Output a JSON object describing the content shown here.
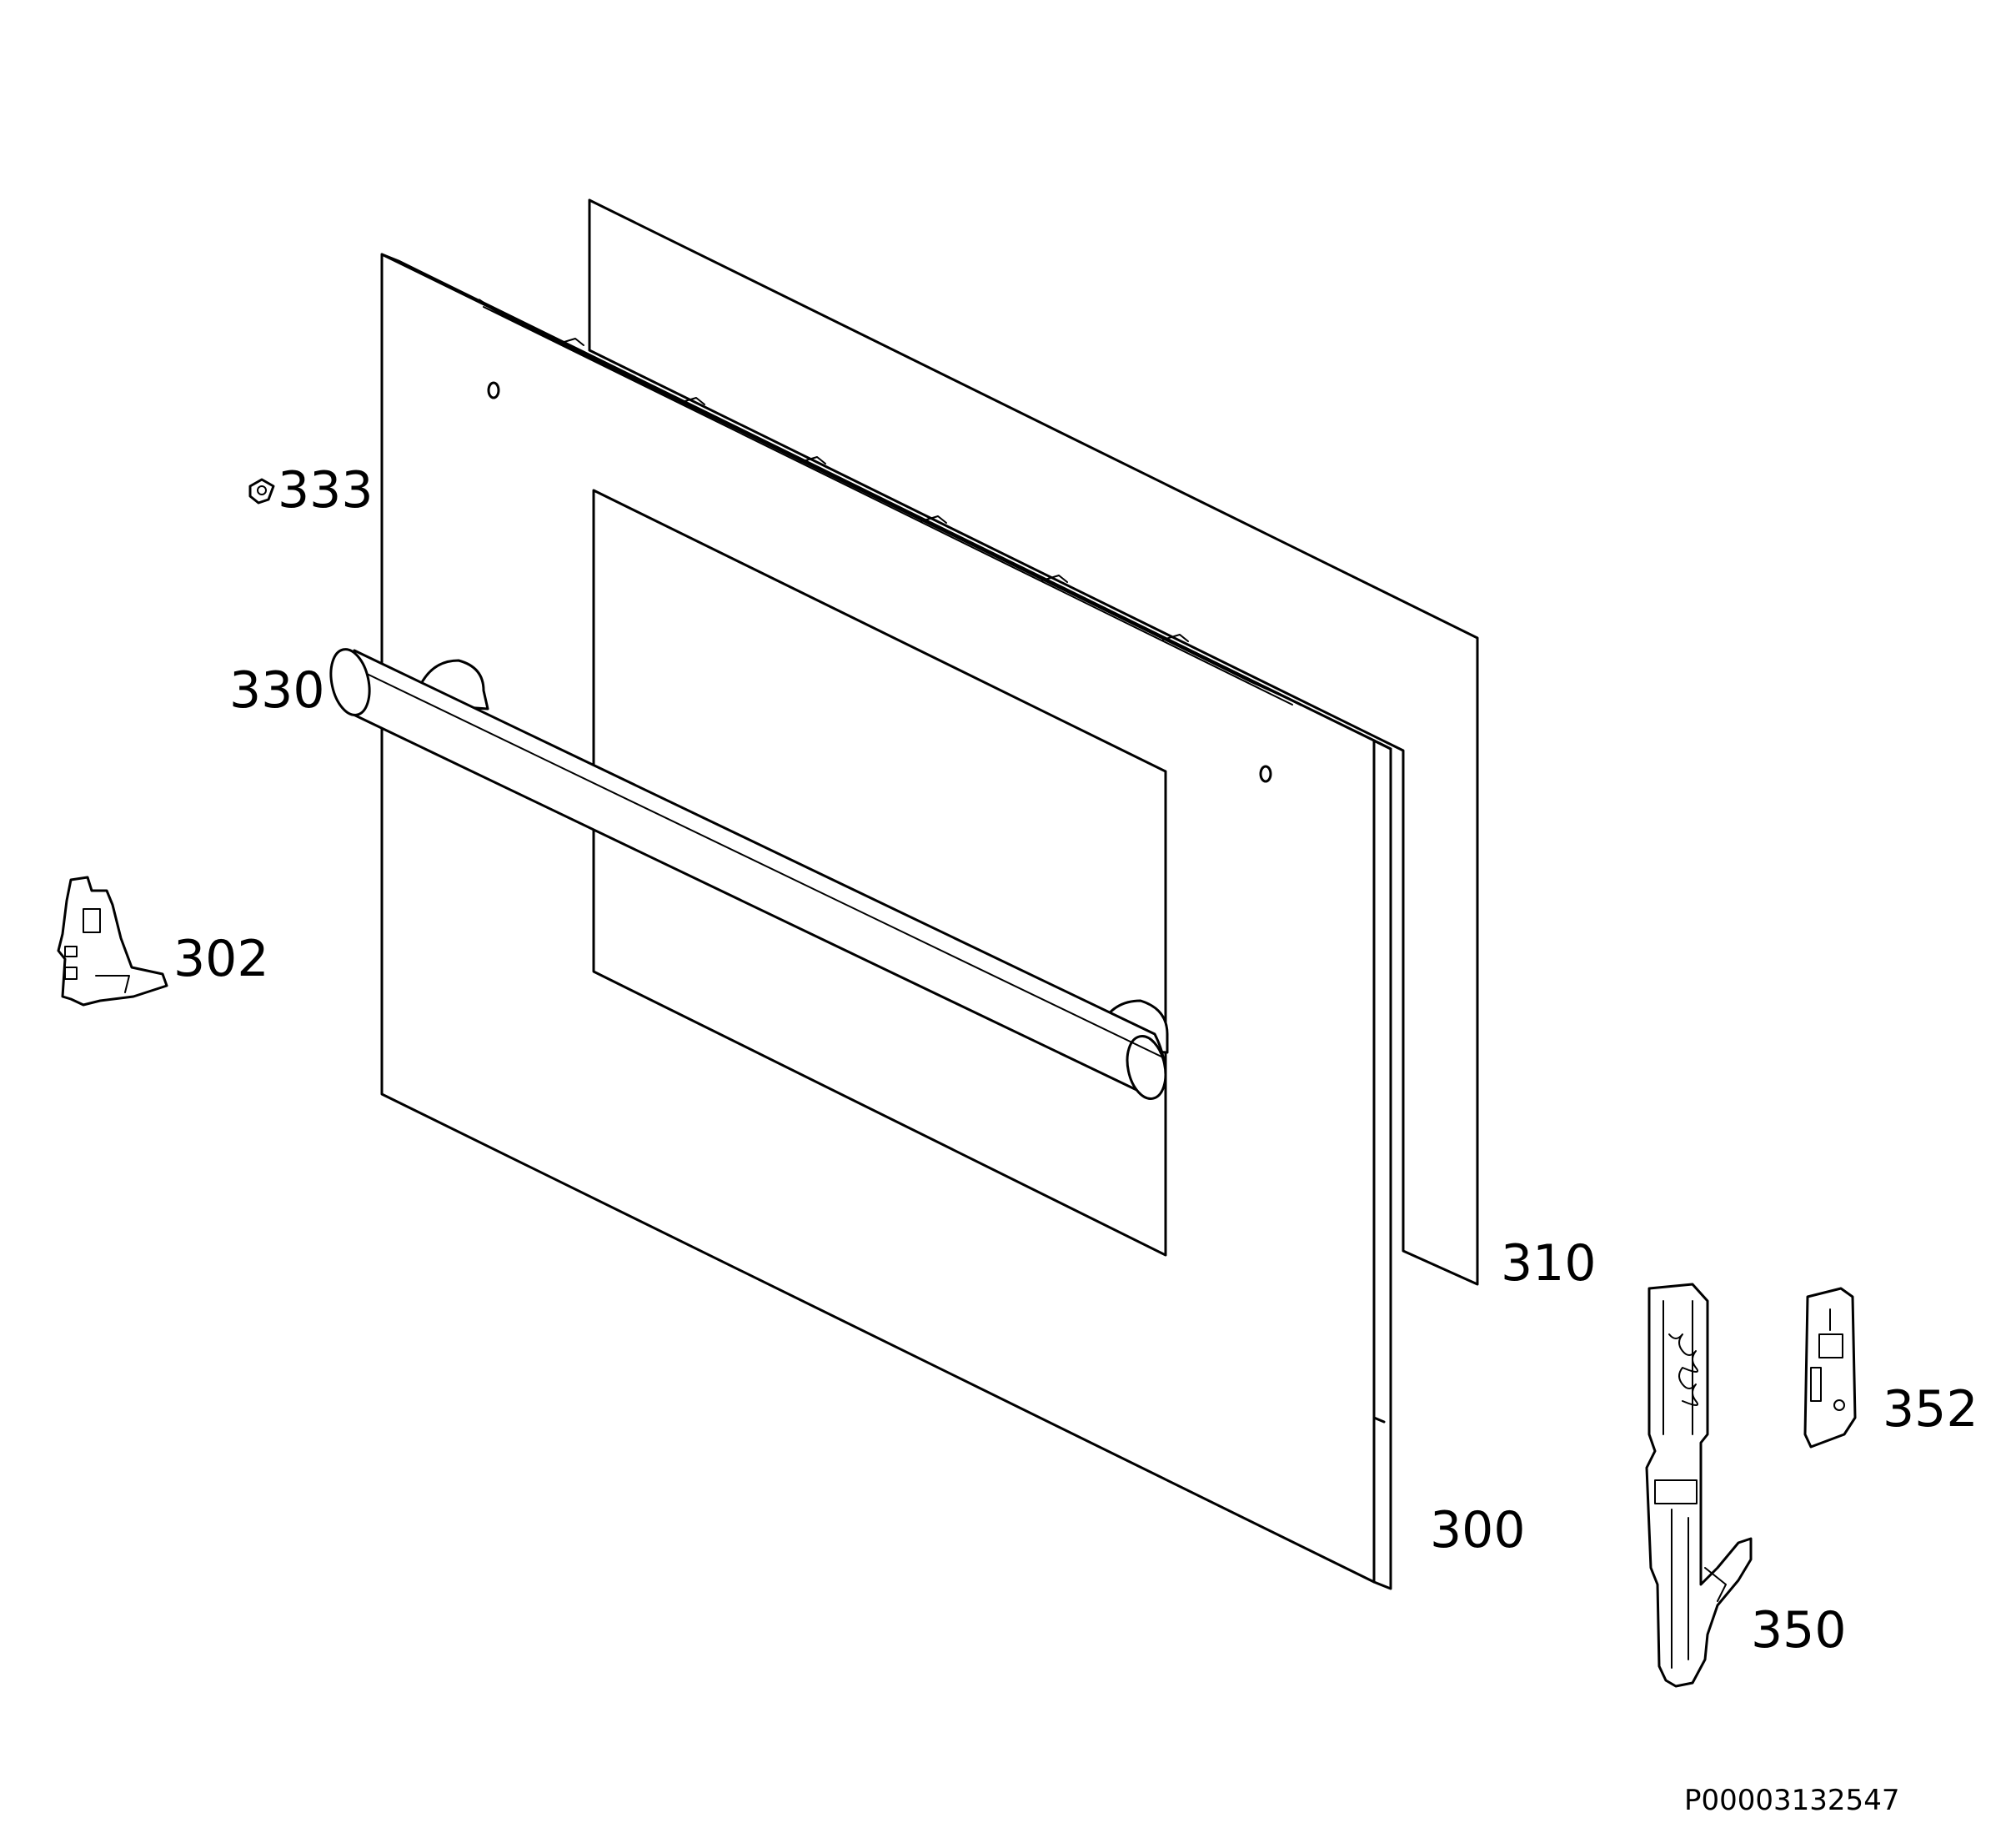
{
  "parts": [
    {
      "id": "panel-310",
      "number": "310"
    },
    {
      "id": "door-300",
      "number": "300"
    },
    {
      "id": "handle-330",
      "number": "330"
    },
    {
      "id": "screw-333",
      "number": "333"
    },
    {
      "id": "bracket-302",
      "number": "302"
    },
    {
      "id": "hinge-350",
      "number": "350"
    },
    {
      "id": "hinge-receiver-352",
      "number": "352"
    }
  ],
  "document_code": "P00003132547"
}
